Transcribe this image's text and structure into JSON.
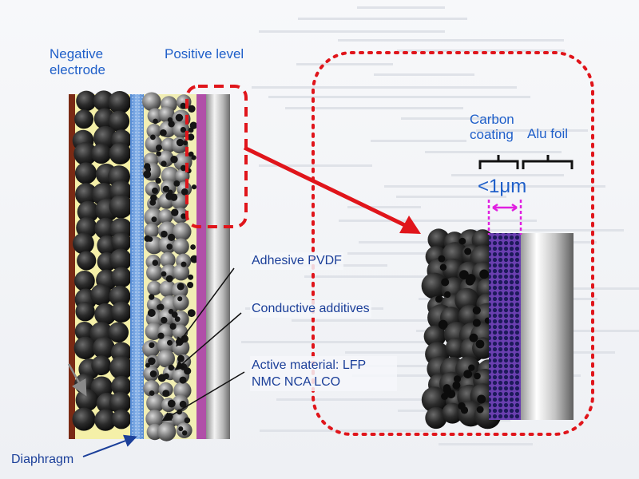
{
  "labels": {
    "negative_electrode": "Negative electrode",
    "positive_level": "Positive level",
    "carbon_coating": "Carbon coating",
    "alu_foil": "Alu foil",
    "thickness": "<1μm",
    "adhesive_pvdf": "Adhesive PVDF",
    "conductive_additives": "Conductive additives",
    "active_material": "Active material: LFP NMC NCA LCO",
    "diaphragm": "Diaphragm"
  },
  "colors": {
    "label_blue": "#1f5fc9",
    "label_navy": "#1b3f99",
    "highlight_red": "#e0151b",
    "dimension_magenta": "#e020e0",
    "anode_current_collector": "#7a2a14",
    "electrolyte_yellow": "#f5f0a8",
    "separator_blue": "#5b8fd6",
    "cathode_binder": "#b04fa8",
    "particle_dark": "#2a2a2a",
    "coating_purple": "#6a3fb0"
  }
}
